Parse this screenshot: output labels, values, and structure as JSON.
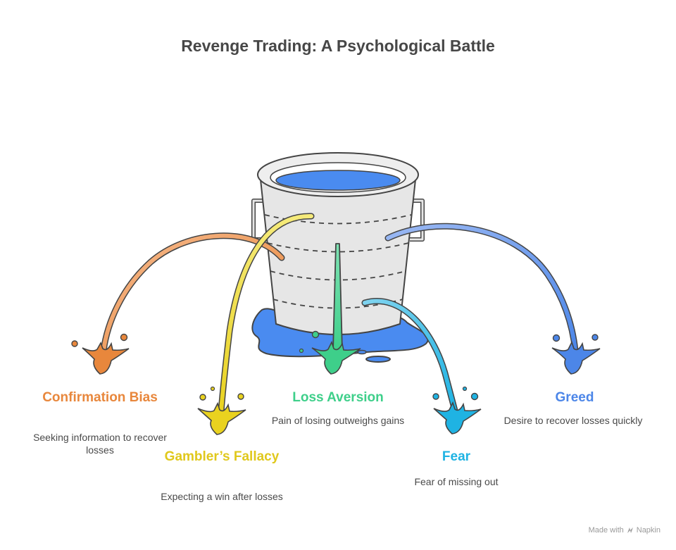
{
  "title": "Revenge Trading: A Psychological Battle",
  "colors": {
    "confirmation": "#e8873c",
    "gambler": "#e9d21f",
    "loss": "#3ecf8a",
    "fear": "#1fb3e3",
    "greed": "#4c86e8",
    "water": "#4a8bf0",
    "bucket": "#e6e6e6",
    "outline": "#444444"
  },
  "items": {
    "confirmation": {
      "title": "Confirmation Bias",
      "desc": "Seeking information to recover losses"
    },
    "gambler": {
      "title": "Gambler’s Fallacy",
      "desc": "Expecting a win after losses"
    },
    "loss": {
      "title": "Loss Aversion",
      "desc": "Pain of losing outweighs gains"
    },
    "fear": {
      "title": "Fear",
      "desc": "Fear of missing out"
    },
    "greed": {
      "title": "Greed",
      "desc": "Desire to recover losses quickly"
    }
  },
  "watermark": {
    "prefix": "Made with",
    "brand": "Napkin",
    "icon": "napkin-logo-icon"
  }
}
